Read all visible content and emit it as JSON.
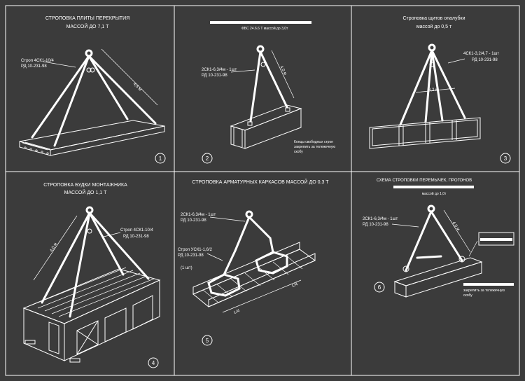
{
  "panels": [
    {
      "number": "1",
      "title_lines": [
        "СТРОПОВКА ПЛИТЫ ПЕРЕКРЫТИЯ",
        "МАССОЙ ДО 7,1 Т"
      ],
      "callout": [
        "Строп 4СК1-10/4",
        "РД 10-231-98"
      ],
      "dimension": "4,5 м"
    },
    {
      "number": "2",
      "heading": "ФБС 24.6.6 Т массой до 3,0т",
      "callout": [
        "2СК1-6,3/4м - 1шт",
        "РД 10-231-98"
      ],
      "dimension": "4,0 м",
      "note": [
        "Концы свободных строп",
        "закрепить за тележечную",
        "скобу"
      ]
    },
    {
      "number": "3",
      "title_lines": [
        "Строповка щитов опалубки",
        "массой до 0,5 т"
      ],
      "callout": [
        "4СК1-3,2/4,7 - 1шт",
        "РД 10-231-98"
      ],
      "dimension": "3,2 м"
    },
    {
      "number": "4",
      "title_lines": [
        "СТРОПОВКА БУДКИ МОНТАЖНИКА",
        "МАССОЙ ДО 1,1 Т"
      ],
      "callout": [
        "Строп 4СК1-10/4",
        "РД 10-231-98"
      ],
      "dimension": "4,0 м"
    },
    {
      "number": "5",
      "title_lines": [
        "СТРОПОВКА АРМАТУРНЫХ КАРКАСОВ МАССОЙ ДО 0,3 Т"
      ],
      "callout": [
        "2СК1-6,3/4м - 1шт",
        "РД 10-231-98"
      ],
      "callout2": [
        "Строп УСК1-1,6/2",
        "РД 10-231-98",
        "(1 шт)"
      ],
      "dims": [
        "L/4",
        "L/4"
      ]
    },
    {
      "number": "6",
      "title_lines": [
        "СХЕМА СТРОПОВКИ ПЕРЕМЫЧЕК, ПРОГОНОВ"
      ],
      "subtitle": "массой до 1,0т",
      "callout": [
        "2СК1-6,3/4м - 1шт",
        "РД 10-231-98"
      ],
      "dimension": "4,0 м",
      "note": [
        "закрепить за тележечную",
        "скобу"
      ]
    }
  ]
}
